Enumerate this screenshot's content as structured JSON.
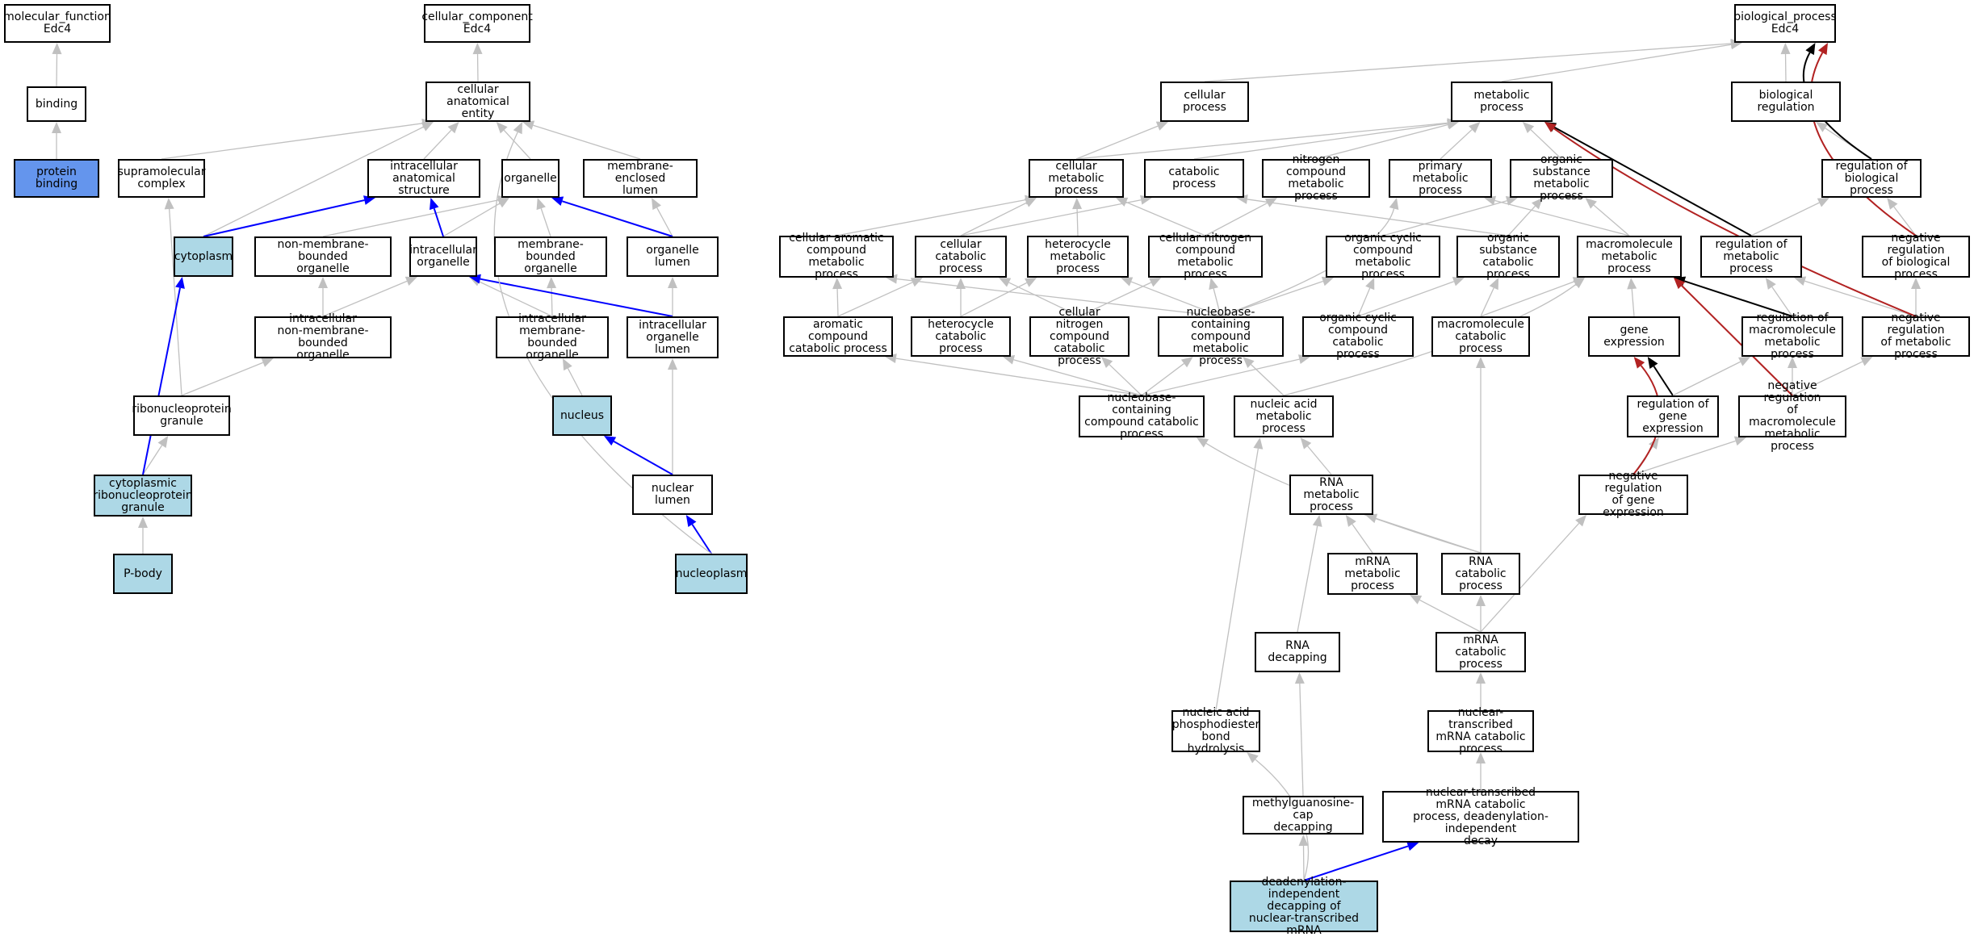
{
  "graph": {
    "nodes": [
      {
        "id": "mf",
        "label": "molecular_function\nEdc4"
      },
      {
        "id": "binding",
        "label": "binding"
      },
      {
        "id": "protein_binding",
        "label": "protein binding"
      },
      {
        "id": "cc",
        "label": "cellular_component\nEdc4"
      },
      {
        "id": "cae",
        "label": "cellular anatomical\nentity"
      },
      {
        "id": "supra",
        "label": "supramolecular\ncomplex"
      },
      {
        "id": "ias",
        "label": "intracellular\nanatomical structure"
      },
      {
        "id": "organelle",
        "label": "organelle"
      },
      {
        "id": "mel",
        "label": "membrane-enclosed\nlumen"
      },
      {
        "id": "cytoplasm",
        "label": "cytoplasm"
      },
      {
        "id": "nmbo",
        "label": "non-membrane-bounded\norganelle"
      },
      {
        "id": "io",
        "label": "intracellular\norganelle"
      },
      {
        "id": "mbo",
        "label": "membrane-bounded\norganelle"
      },
      {
        "id": "ol",
        "label": "organelle lumen"
      },
      {
        "id": "inmbo",
        "label": "intracellular\nnon-membrane-bounded\norganelle"
      },
      {
        "id": "imbo",
        "label": "intracellular\nmembrane-bounded\norganelle"
      },
      {
        "id": "iol",
        "label": "intracellular\norganelle lumen"
      },
      {
        "id": "nucleus",
        "label": "nucleus"
      },
      {
        "id": "rnpg",
        "label": "ribonucleoprotein\ngranule"
      },
      {
        "id": "crnpg",
        "label": "cytoplasmic\nribonucleoprotein\ngranule"
      },
      {
        "id": "nl",
        "label": "nuclear lumen"
      },
      {
        "id": "pbody",
        "label": "P-body"
      },
      {
        "id": "nucleoplasm",
        "label": "nucleoplasm"
      },
      {
        "id": "bp",
        "label": "biological_process\nEdc4"
      },
      {
        "id": "cp",
        "label": "cellular process"
      },
      {
        "id": "mp",
        "label": "metabolic process"
      },
      {
        "id": "br",
        "label": "biological regulation"
      },
      {
        "id": "cmp",
        "label": "cellular metabolic\nprocess"
      },
      {
        "id": "catp",
        "label": "catabolic process"
      },
      {
        "id": "ncmp",
        "label": "nitrogen compound\nmetabolic process"
      },
      {
        "id": "pmp",
        "label": "primary metabolic\nprocess"
      },
      {
        "id": "osmp",
        "label": "organic substance\nmetabolic process"
      },
      {
        "id": "rbp",
        "label": "regulation of\nbiological process"
      },
      {
        "id": "cacmp",
        "label": "cellular aromatic\ncompound metabolic\nprocess"
      },
      {
        "id": "ccp",
        "label": "cellular catabolic\nprocess"
      },
      {
        "id": "hmp",
        "label": "heterocycle\nmetabolic process"
      },
      {
        "id": "cncmp",
        "label": "cellular nitrogen\ncompound metabolic\nprocess"
      },
      {
        "id": "occmp",
        "label": "organic cyclic\ncompound metabolic\nprocess"
      },
      {
        "id": "oscp",
        "label": "organic substance\ncatabolic process"
      },
      {
        "id": "macmp",
        "label": "macromolecule\nmetabolic process"
      },
      {
        "id": "rmp",
        "label": "regulation of\nmetabolic process"
      },
      {
        "id": "nrbp",
        "label": "negative regulation\nof biological\nprocess"
      },
      {
        "id": "accp",
        "label": "aromatic compound\ncatabolic process"
      },
      {
        "id": "hcp",
        "label": "heterocycle\ncatabolic process"
      },
      {
        "id": "cnccp",
        "label": "cellular nitrogen\ncompound catabolic\nprocess"
      },
      {
        "id": "nbcmp",
        "label": "nucleobase-containing\ncompound metabolic\nprocess"
      },
      {
        "id": "occcp",
        "label": "organic cyclic\ncompound catabolic\nprocess"
      },
      {
        "id": "mccp",
        "label": "macromolecule\ncatabolic process"
      },
      {
        "id": "ge",
        "label": "gene expression"
      },
      {
        "id": "rmmp",
        "label": "regulation of\nmacromolecule\nmetabolic process"
      },
      {
        "id": "nrmp",
        "label": "negative regulation\nof metabolic\nprocess"
      },
      {
        "id": "nbccp",
        "label": "nucleobase-containing\ncompound catabolic\nprocess"
      },
      {
        "id": "namp",
        "label": "nucleic acid\nmetabolic process"
      },
      {
        "id": "rge",
        "label": "regulation of\ngene expression"
      },
      {
        "id": "nrmmp",
        "label": "negative regulation\nof macromolecule\nmetabolic process"
      },
      {
        "id": "rnamp",
        "label": "RNA metabolic\nprocess"
      },
      {
        "id": "nrge",
        "label": "negative regulation\nof gene expression"
      },
      {
        "id": "mrnamp",
        "label": "mRNA metabolic\nprocess"
      },
      {
        "id": "rnacp",
        "label": "RNA catabolic\nprocess"
      },
      {
        "id": "rnadec",
        "label": "RNA decapping"
      },
      {
        "id": "mrnacp",
        "label": "mRNA catabolic\nprocess"
      },
      {
        "id": "napbh",
        "label": "nucleic acid\nphosphodiester\nbond hydrolysis"
      },
      {
        "id": "ntmcp",
        "label": "nuclear-transcribed\nmRNA catabolic\nprocess"
      },
      {
        "id": "mgcd",
        "label": "methylguanosine-cap\ndecapping"
      },
      {
        "id": "ntmcpdi",
        "label": "nuclear-transcribed\nmRNA catabolic\nprocess, deadenylation-independent\ndecay"
      },
      {
        "id": "didec",
        "label": "deadenylation-independent\ndecapping of\nnuclear-transcribed\nmRNA"
      }
    ]
  },
  "colors": {
    "edge_default": "#c0c0c0",
    "edge_part_of": "#0000ff",
    "edge_regulates": "#000000",
    "edge_negatively_regulates": "#b22222",
    "node_annotated": "#add8e6",
    "node_query": "#6495ed"
  }
}
